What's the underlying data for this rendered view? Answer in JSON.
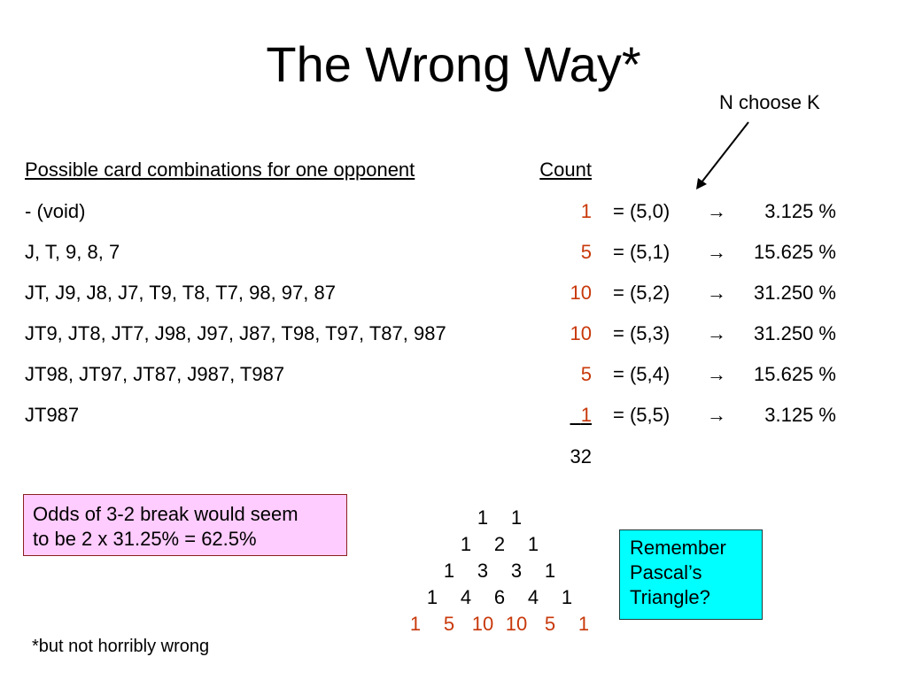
{
  "title": "The Wrong Way*",
  "annotation": "N choose K",
  "table": {
    "header_combos": "Possible card combinations for one opponent",
    "header_count": "Count",
    "rows": [
      {
        "combos": "- (void)",
        "count": "1",
        "binom": "= (5,0)",
        "arrow": "→",
        "pct": "3.125 %"
      },
      {
        "combos": "J, T, 9, 8, 7",
        "count": "5",
        "binom": "= (5,1)",
        "arrow": "→",
        "pct": "15.625 %"
      },
      {
        "combos": "JT, J9, J8, J7, T9, T8, T7, 98, 97, 87",
        "count": "10",
        "binom": "= (5,2)",
        "arrow": "→",
        "pct": "31.250 %"
      },
      {
        "combos": "JT9, JT8, JT7, J98, J97, J87, T98, T97, T87, 987",
        "count": "10",
        "binom": "= (5,3)",
        "arrow": "→",
        "pct": "31.250 %"
      },
      {
        "combos": "JT98, JT97, JT87, J987, T987",
        "count": "5",
        "binom": "= (5,4)",
        "arrow": "→",
        "pct": "15.625 %"
      },
      {
        "combos": "JT987",
        "count": "1",
        "binom": "= (5,5)",
        "arrow": "→",
        "pct": "3.125 %"
      }
    ],
    "total": "32"
  },
  "odds_box": {
    "line1": "Odds of 3-2 break would seem",
    "line2": "to be 2 x 31.25% = 62.5%",
    "color": "#ffccff"
  },
  "pascal": {
    "rows": [
      [
        "1",
        "1"
      ],
      [
        "1",
        "2",
        "1"
      ],
      [
        "1",
        "3",
        "3",
        "1"
      ],
      [
        "1",
        "4",
        "6",
        "4",
        "1"
      ],
      [
        "1",
        "5",
        "10",
        "10",
        "5",
        "1"
      ]
    ],
    "highlight_color": "#c8380a"
  },
  "pascal_box": {
    "line1": "Remember",
    "line2": "Pascal’s",
    "line3": "Triangle?",
    "color": "#00ffff"
  },
  "footnote": "*but not horribly wrong"
}
